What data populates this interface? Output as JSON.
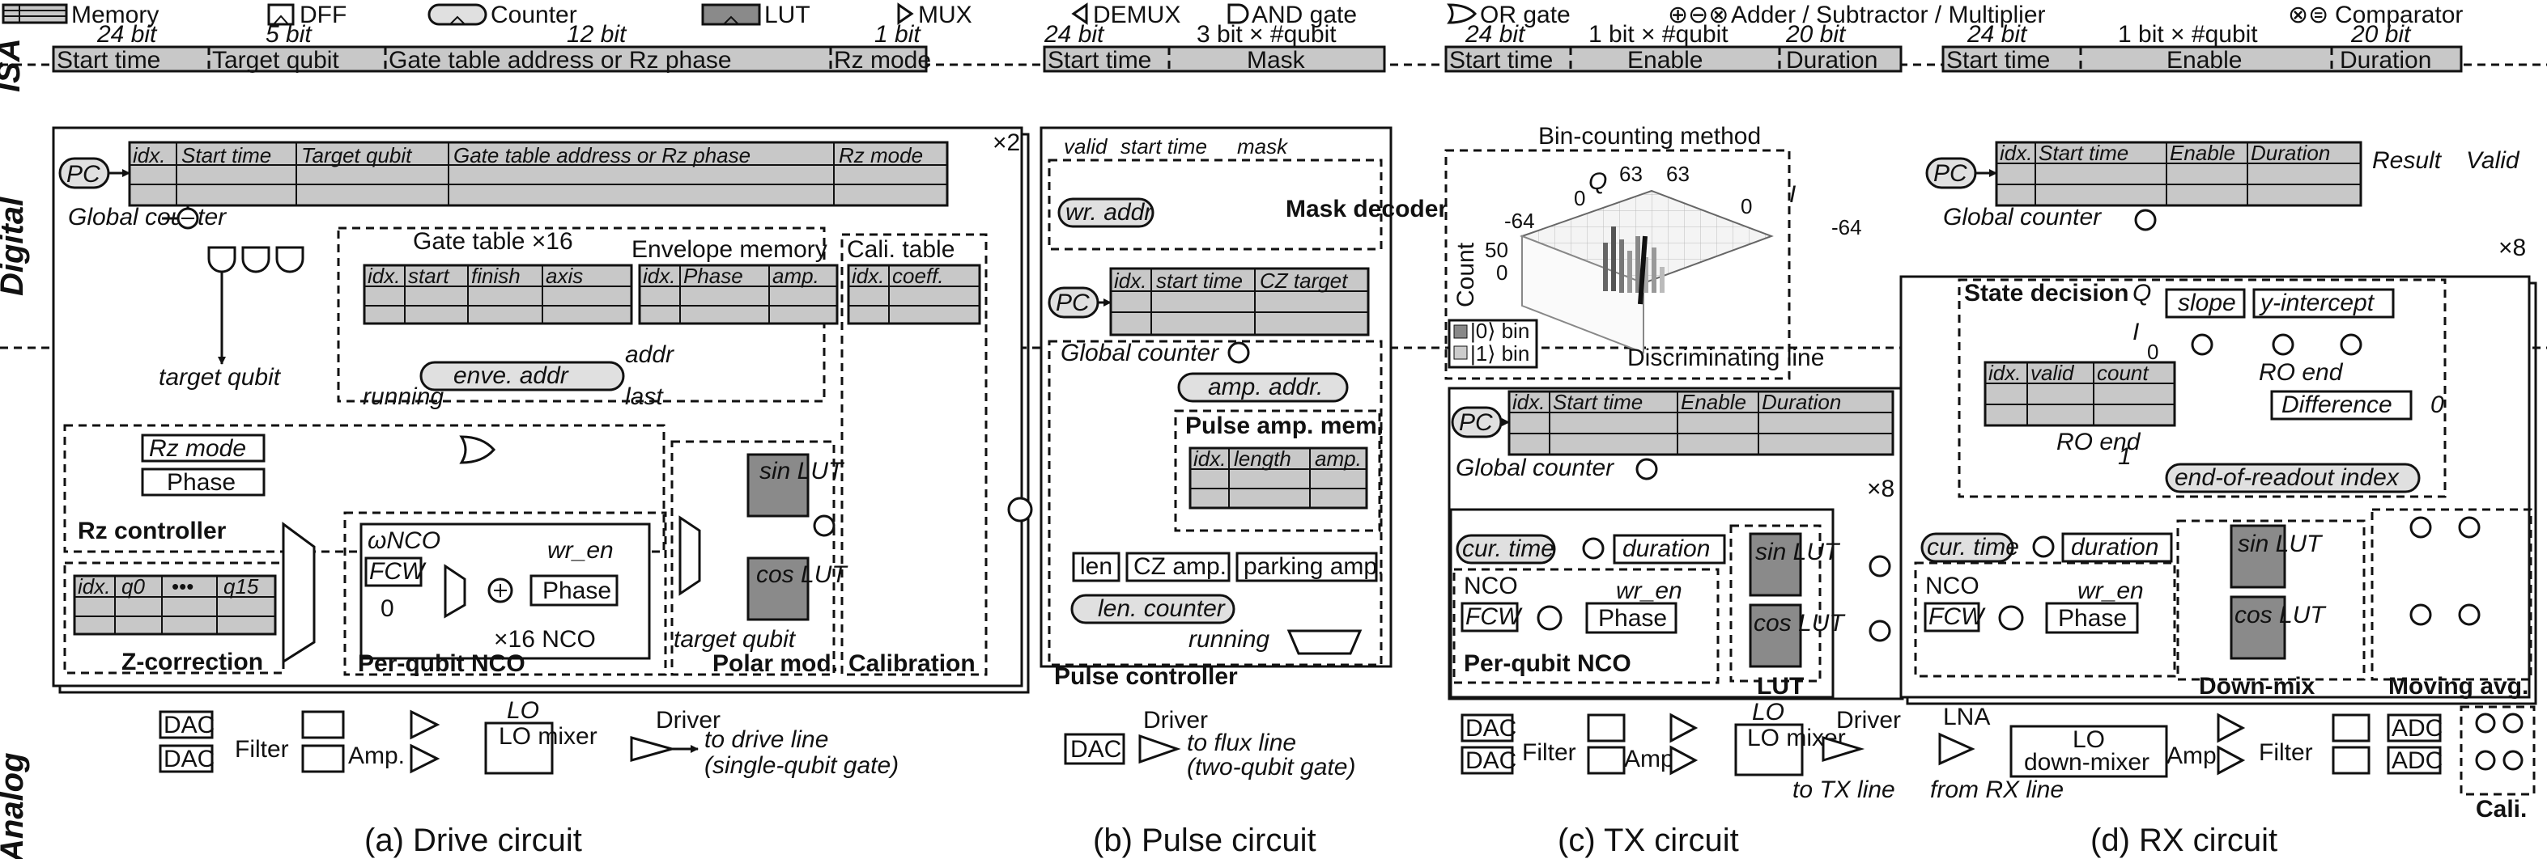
{
  "legend": {
    "memory": "Memory",
    "dff": "DFF",
    "counter": "Counter",
    "lut": "LUT",
    "mux": "MUX",
    "demux": "DEMUX",
    "and_gate": "AND gate",
    "or_gate": "OR gate",
    "adder_sym": "⊕⊖⊗",
    "adder": "Adder / Subtractor / Multiplier",
    "comparator_sym": "⊗⊜",
    "comparator": "Comparator"
  },
  "rows": {
    "isa": "ISA",
    "digital": "Digital",
    "analog": "Analog"
  },
  "drive": {
    "isa_bits": [
      "24 bit",
      "5 bit",
      "12 bit",
      "1 bit"
    ],
    "isa_fields": [
      "Start time",
      "Target qubit",
      "Gate table address or Rz phase",
      "Rz mode"
    ],
    "times2": "×2",
    "pc": "PC",
    "mem_cols": [
      "idx.",
      "Start time",
      "Target qubit",
      "Gate table address or Rz phase",
      "Rz mode"
    ],
    "global_counter": "Global counter",
    "gate_table": "Gate table  ×16",
    "gate_cols": [
      "idx.",
      "start",
      "finish",
      "axis"
    ],
    "envelope_memory": "Envelope memory",
    "env_cols": [
      "idx.",
      "Phase",
      "amp."
    ],
    "cali_table": "Cali. table",
    "cali_cols": [
      "idx.",
      "coeff."
    ],
    "target_qubit": "target qubit",
    "enve_addr": "enve. addr",
    "addr": "addr",
    "last": "last",
    "running": "running",
    "rz_mode": "Rz mode",
    "phase": "Phase",
    "rz_controller": "Rz controller",
    "omega_nco": "ωNCO",
    "fcw": "FCW",
    "zero": "0",
    "wr_en": "wr_en",
    "phase_reg": "Phase",
    "x16_nco": "×16 NCO",
    "zcorr_cols": [
      "idx.",
      "q0",
      "•••",
      "q15"
    ],
    "z_correction": "Z-correction",
    "per_qubit_nco": "Per-qubit NCO",
    "target_qubit2": "target qubit",
    "polar_mod": "Polar mod.",
    "calibration": "Calibration",
    "sin_lut": "sin LUT",
    "cos_lut": "cos LUT",
    "dac": "DAC",
    "filter": "Filter",
    "amp": "Amp.",
    "lo": "LO",
    "lo_mixer": "LO mixer",
    "driver": "Driver",
    "to_drive": "to drive line",
    "single_gate": "(single-qubit gate)",
    "caption": "(a) Drive circuit"
  },
  "pulse": {
    "isa_bits": [
      "24 bit",
      "3 bit × #qubit"
    ],
    "isa_fields": [
      "Start time",
      "Mask"
    ],
    "valid": "valid",
    "start_time": "start time",
    "mask": "mask",
    "wr_addr": "wr. addr",
    "mask_decoder": "Mask decoder",
    "pc": "PC",
    "mem_cols": [
      "idx.",
      "start time",
      "CZ target"
    ],
    "global_counter": "Global counter",
    "amp_addr": "amp. addr.",
    "pulse_amp_mem": "Pulse amp. mem.",
    "pam_cols": [
      "idx.",
      "length",
      "amp."
    ],
    "len": "len",
    "cz_amp": "CZ amp.",
    "parking_amp": "parking amp.",
    "len_counter": "len. counter",
    "running": "running",
    "pulse_controller": "Pulse controller",
    "dac": "DAC",
    "driver": "Driver",
    "to_flux": "to flux line",
    "two_gate": "(two-qubit gate)",
    "caption": "(b) Pulse circuit"
  },
  "tx": {
    "isa_bits": [
      "24 bit",
      "1 bit × #qubit",
      "20 bit"
    ],
    "isa_fields": [
      "Start time",
      "Enable",
      "Duration"
    ],
    "bin_title": "Bin-counting method",
    "q_axis": "Q",
    "i_axis": "I",
    "ticks": [
      "63",
      "63",
      "0",
      "0",
      "-64",
      "-64"
    ],
    "count": "Count",
    "z_ticks": [
      "50",
      "0"
    ],
    "bin0": "|0⟩ bin",
    "bin1": "|1⟩ bin",
    "disc_line": "Discriminating line",
    "pc": "PC",
    "mem_cols": [
      "idx.",
      "Start time",
      "Enable",
      "Duration"
    ],
    "global_counter": "Global counter",
    "times8": "×8",
    "cur_time": "cur. time",
    "duration": "duration",
    "nco": "NCO",
    "fcw": "FCW",
    "wr_en": "wr_en",
    "phase": "Phase",
    "sin_lut": "sin LUT",
    "cos_lut": "cos LUT",
    "per_qubit_nco": "Per-qubit NCO",
    "lut": "LUT",
    "dac": "DAC",
    "filter": "Filter",
    "amp": "Amp.",
    "lo": "LO",
    "lo_mixer": "LO mixer",
    "driver": "Driver",
    "to_tx": "to TX line",
    "caption": "(c) TX circuit"
  },
  "rx": {
    "isa_bits": [
      "24 bit",
      "1 bit × #qubit",
      "20 bit"
    ],
    "isa_fields": [
      "Start time",
      "Enable",
      "Duration"
    ],
    "pc": "PC",
    "mem_cols": [
      "idx.",
      "Start time",
      "Enable",
      "Duration"
    ],
    "result": "Result",
    "valid": "Valid",
    "global_counter": "Global counter",
    "times8": "×8",
    "state_decision": "State decision",
    "q": "Q",
    "i": "I",
    "slope": "slope",
    "y_intercept": "y-intercept",
    "ro_end": "RO end",
    "sd_cols": [
      "idx.",
      "valid",
      "count"
    ],
    "zero": "0",
    "one": "1",
    "difference": "Difference",
    "ro_end2": "RO end",
    "end_idx": "end-of-readout index",
    "cur_time": "cur. time",
    "duration": "duration",
    "nco": "NCO",
    "fcw": "FCW",
    "wr_en": "wr_en",
    "phase": "Phase",
    "sin_lut": "sin LUT",
    "cos_lut": "cos LUT",
    "down_mix": "Down-mix",
    "moving_avg": "Moving avg.",
    "lna": "LNA",
    "from_rx": "from RX line",
    "lo": "LO",
    "lo_down": "down-mixer",
    "amp": "Amp.",
    "filter": "Filter",
    "adc": "ADC",
    "cali": "Cali.",
    "caption": "(d) RX circuit"
  }
}
